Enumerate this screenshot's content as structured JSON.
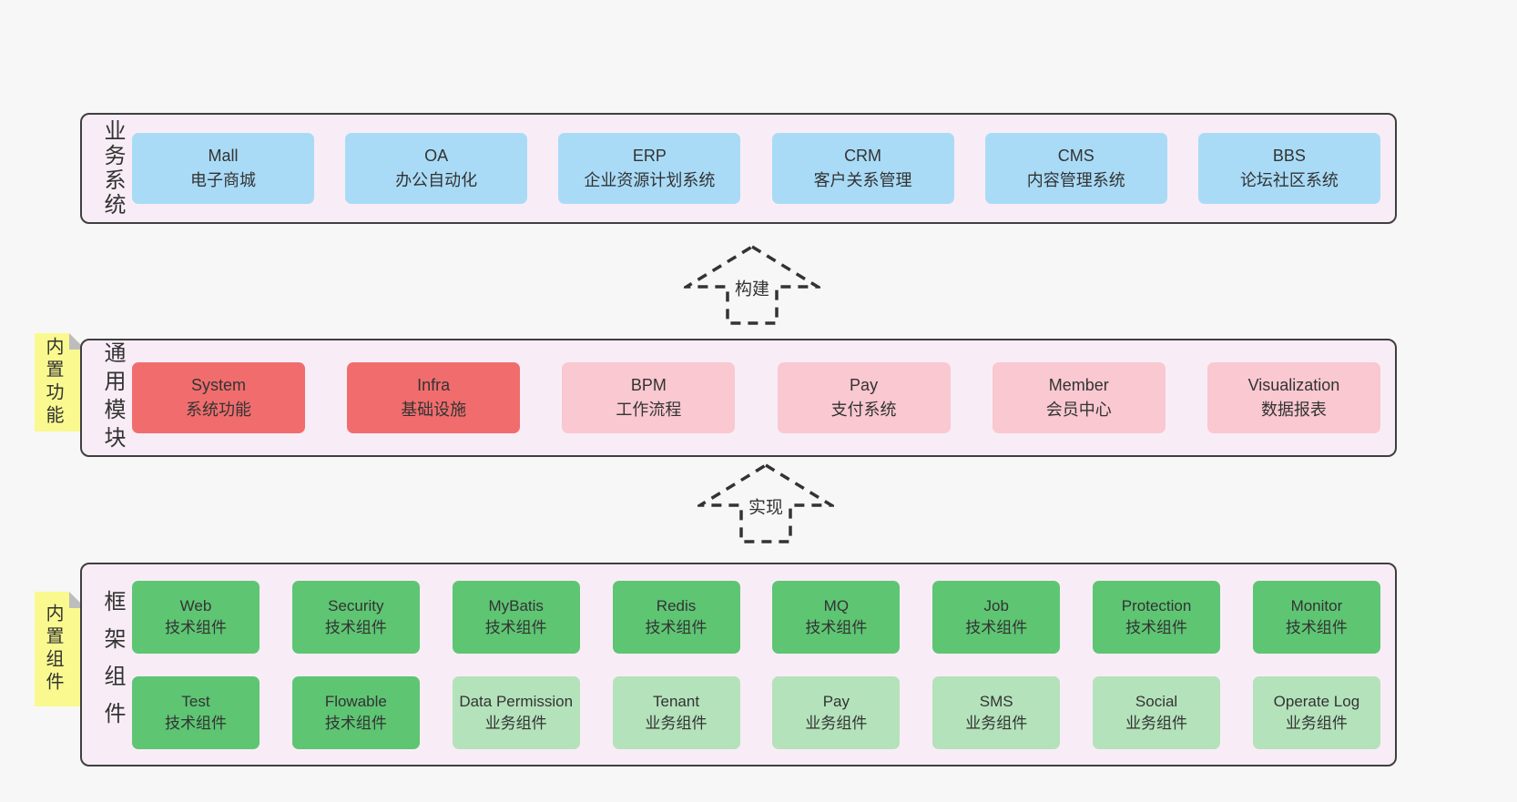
{
  "colors": {
    "page_bg": "#f7f7f7",
    "layer_bg": "#f8edf6",
    "layer_border": "#3f3f3f",
    "blue_box": "#a9dbf7",
    "red_box": "#f16d6d",
    "pink_box": "#f9c8d0",
    "green_box": "#5ec573",
    "light_green_box": "#b4e2bb",
    "note_yellow": "#f9f98f",
    "note_fold_gray": "#bdbdbd",
    "text": "#333333"
  },
  "business_layer": {
    "label": "业务系统",
    "boxes": [
      {
        "title": "Mall",
        "subtitle": "电子商城",
        "variant": "blue"
      },
      {
        "title": "OA",
        "subtitle": "办公自动化",
        "variant": "blue"
      },
      {
        "title": "ERP",
        "subtitle": "企业资源计划系统",
        "variant": "blue"
      },
      {
        "title": "CRM",
        "subtitle": "客户关系管理",
        "variant": "blue"
      },
      {
        "title": "CMS",
        "subtitle": "内容管理系统",
        "variant": "blue"
      },
      {
        "title": "BBS",
        "subtitle": "论坛社区系统",
        "variant": "blue"
      }
    ]
  },
  "arrow_build": {
    "label": "构建"
  },
  "module_layer": {
    "label": "通用模块",
    "note": "内置功能",
    "boxes": [
      {
        "title": "System",
        "subtitle": "系统功能",
        "variant": "red"
      },
      {
        "title": "Infra",
        "subtitle": "基础设施",
        "variant": "red"
      },
      {
        "title": "BPM",
        "subtitle": "工作流程",
        "variant": "pink"
      },
      {
        "title": "Pay",
        "subtitle": "支付系统",
        "variant": "pink"
      },
      {
        "title": "Member",
        "subtitle": "会员中心",
        "variant": "pink"
      },
      {
        "title": "Visualization",
        "subtitle": "数据报表",
        "variant": "pink"
      }
    ]
  },
  "arrow_implement": {
    "label": "实现"
  },
  "component_layer": {
    "label": "框架组件",
    "note": "内置组件",
    "row1": [
      {
        "title": "Web",
        "subtitle": "技术组件",
        "variant": "green"
      },
      {
        "title": "Security",
        "subtitle": "技术组件",
        "variant": "green"
      },
      {
        "title": "MyBatis",
        "subtitle": "技术组件",
        "variant": "green"
      },
      {
        "title": "Redis",
        "subtitle": "技术组件",
        "variant": "green"
      },
      {
        "title": "MQ",
        "subtitle": "技术组件",
        "variant": "green"
      },
      {
        "title": "Job",
        "subtitle": "技术组件",
        "variant": "green"
      },
      {
        "title": "Protection",
        "subtitle": "技术组件",
        "variant": "green"
      },
      {
        "title": "Monitor",
        "subtitle": "技术组件",
        "variant": "green"
      }
    ],
    "row2": [
      {
        "title": "Test",
        "subtitle": "技术组件",
        "variant": "green"
      },
      {
        "title": "Flowable",
        "subtitle": "技术组件",
        "variant": "green"
      },
      {
        "title": "Data Permission",
        "subtitle": "业务组件",
        "variant": "light-green"
      },
      {
        "title": "Tenant",
        "subtitle": "业务组件",
        "variant": "light-green"
      },
      {
        "title": "Pay",
        "subtitle": "业务组件",
        "variant": "light-green"
      },
      {
        "title": "SMS",
        "subtitle": "业务组件",
        "variant": "light-green"
      },
      {
        "title": "Social",
        "subtitle": "业务组件",
        "variant": "light-green"
      },
      {
        "title": "Operate Log",
        "subtitle": "业务组件",
        "variant": "light-green"
      }
    ]
  }
}
